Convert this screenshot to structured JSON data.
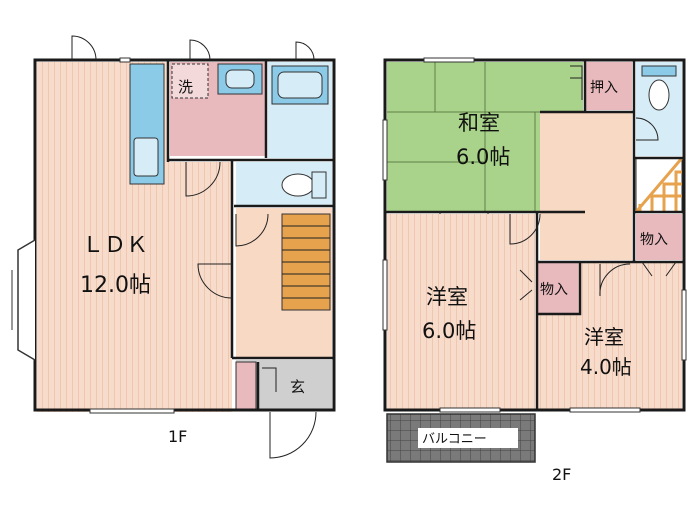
{
  "floor_plan": {
    "floor1": {
      "label": "1F",
      "ldk": {
        "name": "ＬＤＫ",
        "size": "12.0帖"
      },
      "washroom": "洗",
      "entrance": "玄"
    },
    "floor2": {
      "label": "2F",
      "washitsu": {
        "name": "和室",
        "size": "6.0帖"
      },
      "yoshitsu_a": {
        "name": "洋室",
        "size": "6.0帖"
      },
      "yoshitsu_b": {
        "name": "洋室",
        "size": "4.0帖"
      },
      "closet_oshiire": "押入",
      "closet_mono_a": "物入",
      "closet_mono_b": "物入",
      "balcony": "バルコニー"
    },
    "colors": {
      "wood_floor": "#f8dccb",
      "wood_stripe": "#efc7b1",
      "tatami": "#a9d38a",
      "wet_area": "#d6ecf7",
      "fixture_blue": "#8ccbe8",
      "washroom_pink": "#e8b9bd",
      "stairs": "#e7a24e",
      "entrance_gray": "#cfcfcf",
      "balcony_dark": "#6e6e6e",
      "wall": "#1a1a1a"
    }
  }
}
